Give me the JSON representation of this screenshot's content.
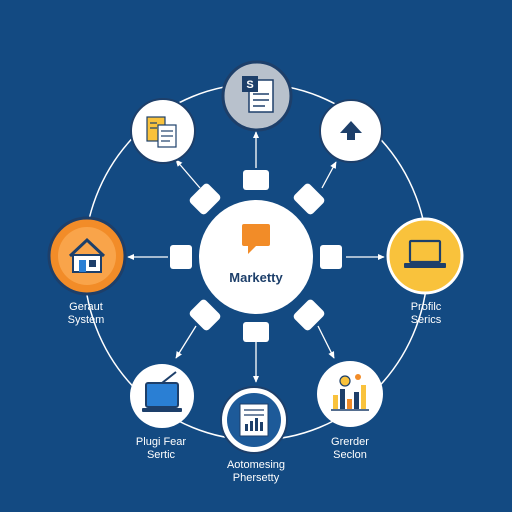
{
  "hub": {
    "title": "Marketty",
    "icon": "chat-bubble-icon",
    "accent": "#f28c28"
  },
  "nodes": [
    {
      "id": "top-doc",
      "icon": "document-s-icon",
      "fill": "#b8c1cc",
      "label": []
    },
    {
      "id": "top-left",
      "icon": "file-stack-icon",
      "fill": "#ffffff",
      "label": []
    },
    {
      "id": "top-right",
      "icon": "upload-arrow-icon",
      "fill": "#ffffff",
      "label": []
    },
    {
      "id": "left",
      "icon": "house-icon",
      "fill": "#f28c28",
      "label": [
        "Geraut",
        "System"
      ]
    },
    {
      "id": "right",
      "icon": "laptop-icon",
      "fill": "#f9c23c",
      "label": [
        "Profilc",
        "Serics"
      ]
    },
    {
      "id": "bottom-left",
      "icon": "monitor-icon",
      "fill": "#ffffff",
      "label": [
        "Plugi Fear",
        "Sertic"
      ]
    },
    {
      "id": "bottom",
      "icon": "report-chart-icon",
      "fill": "#ffffff",
      "label": [
        "Aotomesing",
        "Phersetty"
      ]
    },
    {
      "id": "bottom-right",
      "icon": "bar-chart-icon",
      "fill": "#ffffff",
      "label": [
        "Grerder",
        "Seclon"
      ]
    }
  ],
  "colors": {
    "background": "#134a82",
    "line": "#ffffff",
    "navy": "#1d3f6a",
    "orange": "#f28c28",
    "yellow": "#f9c23c"
  }
}
